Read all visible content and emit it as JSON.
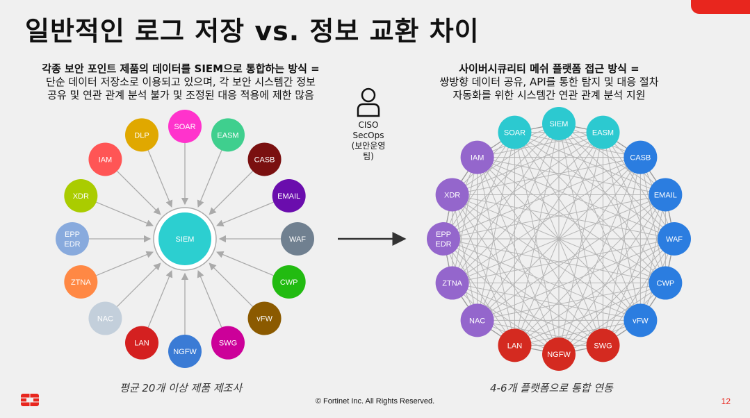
{
  "title": "일반적인 로그 저장 vs. 정보 교환 차이",
  "left": {
    "heading": "각종 보안 포인트 제품의 데이터를 SIEM으로 통합하는 방식 =",
    "line1": "단순 데이터 저장소로 이용되고 있으며, 각 보안 시스템간 정보",
    "line2": "공유 및 연관 관계 분석 불가 및 조정된 대응 적용에 제한 많음",
    "hub": {
      "label": "SIEM",
      "color": "#2ccfd0"
    },
    "nodes": [
      {
        "label": "SOAR",
        "color": "#ff33cc"
      },
      {
        "label": "EASM",
        "color": "#3fcf8e"
      },
      {
        "label": "CASB",
        "color": "#7a1010"
      },
      {
        "label": "EMAIL",
        "color": "#6a0dad"
      },
      {
        "label": "WAF",
        "color": "#708090"
      },
      {
        "label": "CWP",
        "color": "#22bb11"
      },
      {
        "label": "vFW",
        "color": "#8b5a00"
      },
      {
        "label": "SWG",
        "color": "#cc0099"
      },
      {
        "label": "NGFW",
        "color": "#3a7bd5"
      },
      {
        "label": "LAN",
        "color": "#d42020"
      },
      {
        "label": "NAC",
        "color": "#c3cfdb"
      },
      {
        "label": "ZTNA",
        "color": "#ff8844"
      },
      {
        "label": "EPP\nEDR",
        "color": "#88aadd"
      },
      {
        "label": "XDR",
        "color": "#aacc00"
      },
      {
        "label": "IAM",
        "color": "#ff5555"
      },
      {
        "label": "DLP",
        "color": "#e0a800"
      }
    ],
    "caption": "평균 20개 이상 제품 제조사"
  },
  "user": {
    "line1": "CISO",
    "line2": "SecOps",
    "line3": "(보안운영팀)"
  },
  "right": {
    "heading": "사이버시큐리티 메쉬 플랫폼 접근 방식 =",
    "line1": "쌍방향 데이터 공유, API를 통한 탐지 및 대응 절차",
    "line2": "자동화를 위한 시스템간 연관 관계 분석 지원",
    "nodes": [
      {
        "label": "SIEM",
        "color": "#2cc9d0"
      },
      {
        "label": "EASM",
        "color": "#2cc9d0"
      },
      {
        "label": "CASB",
        "color": "#2b7de0"
      },
      {
        "label": "EMAIL",
        "color": "#2b7de0"
      },
      {
        "label": "WAF",
        "color": "#2b7de0"
      },
      {
        "label": "CWP",
        "color": "#2b7de0"
      },
      {
        "label": "vFW",
        "color": "#2b7de0"
      },
      {
        "label": "SWG",
        "color": "#d42a20"
      },
      {
        "label": "NGFW",
        "color": "#d42a20"
      },
      {
        "label": "LAN",
        "color": "#d42a20"
      },
      {
        "label": "NAC",
        "color": "#9466cc"
      },
      {
        "label": "ZTNA",
        "color": "#9466cc"
      },
      {
        "label": "EPP\nEDR",
        "color": "#9466cc"
      },
      {
        "label": "XDR",
        "color": "#9466cc"
      },
      {
        "label": "IAM",
        "color": "#9466cc"
      },
      {
        "label": "SOAR",
        "color": "#2cc9d0"
      }
    ],
    "caption": "4-6개 플랫폼으로 통합 연동"
  },
  "footer": "© Fortinet Inc. All Rights Reserved.",
  "page_number": "12",
  "brand_color": "#e8261e"
}
